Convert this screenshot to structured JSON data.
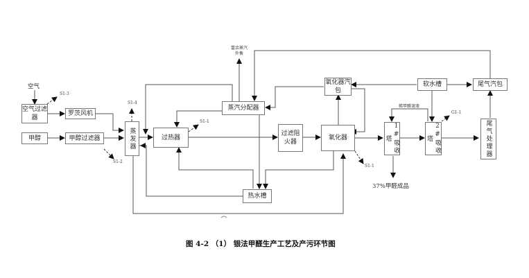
{
  "diagram": {
    "nodes": {
      "air": "空气",
      "air_filter": "空气过滤器",
      "roots_blower": "罗茨风机",
      "methanol": "甲醇",
      "methanol_filter": "甲醇过滤器",
      "evaporator": "蒸发器",
      "superheater": "过热器",
      "steam_distributor": "蒸汽分配器",
      "surplus_steam": "富余蒸汽外售",
      "flame_arrester": "过滤阻火器",
      "oxidizer": "氧化器",
      "oxidizer_drum": "氧化器汽包",
      "soft_water_tank": "软水槽",
      "tail_gas_drum": "尾气汽包",
      "absorber_1": "1#吸收塔",
      "absorber_2": "2#吸收塔",
      "tail_gas_processor": "尾气处理器",
      "hot_water_tank": "热水槽",
      "product": "37%甲醛成品",
      "dilute_solution": "稀甲醛溶液"
    },
    "emissions": {
      "s1_1": "S1-1",
      "s1_2": "S1-2",
      "s1_3": "S1-3",
      "s1_4": "S1-4",
      "g1_1": "G1-1"
    },
    "caption": "图 4-2 （1） 银法甲醛生产工艺及产污环节图"
  }
}
